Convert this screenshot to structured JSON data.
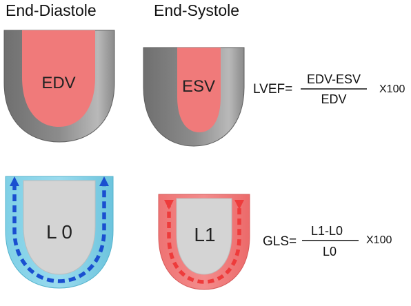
{
  "headings": {
    "diastole": "End-Diastole",
    "systole": "End-Systole"
  },
  "chambers": {
    "edv": "EDV",
    "esv": "ESV",
    "l0": "L 0",
    "l1": "L1"
  },
  "lvef_formula": {
    "lhs": "LVEF=",
    "numerator": "EDV-ESV",
    "denominator": "EDV",
    "multiplier": "X100"
  },
  "gls_formula": {
    "lhs": "GLS=",
    "numerator": "L1-L0",
    "denominator": "L0",
    "multiplier": "X100"
  },
  "colors": {
    "myocardium_gray": "#8a8a8a",
    "blood_pool": "#f07a7a",
    "cavity_gray": "#d4d4d4",
    "diastole_strain": "#8fd6ea",
    "systole_strain": "#f07f7f",
    "diastole_arrow": "#1a4fd0",
    "systole_arrow": "#ee3b3b"
  }
}
